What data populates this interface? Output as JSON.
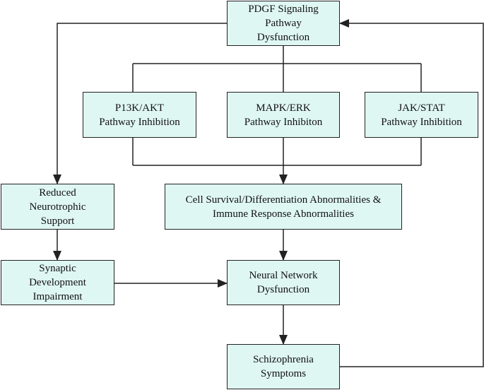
{
  "diagram": {
    "nodes": {
      "pdgf": {
        "lines": [
          "PDGF Signaling",
          "Pathway",
          "Dysfunction"
        ]
      },
      "pi3k": {
        "lines": [
          "P13K/AKT",
          "Pathway Inhibition"
        ]
      },
      "mapk": {
        "lines": [
          "MAPK/ERK",
          "Pathway Inhibiton"
        ]
      },
      "jak": {
        "lines": [
          "JAK/STAT",
          "Pathway Inhibition"
        ]
      },
      "neuro": {
        "lines": [
          "Reduced",
          "Neurotrophic",
          "Support"
        ]
      },
      "cell": {
        "lines": [
          "Cell Survival/Differentiation Abnormalities &",
          "Immune Response Abnormalities"
        ]
      },
      "synap": {
        "lines": [
          "Synaptic",
          "Development",
          "Impairment"
        ]
      },
      "neural": {
        "lines": [
          "Neural Network",
          "Dysfunction"
        ]
      },
      "schizo": {
        "lines": [
          "Schizophrenia",
          "Symptoms"
        ]
      }
    },
    "edges": [
      {
        "from": "pdgf",
        "to": "pi3k"
      },
      {
        "from": "pdgf",
        "to": "mapk"
      },
      {
        "from": "pdgf",
        "to": "jak"
      },
      {
        "from": "pdgf",
        "to": "neuro"
      },
      {
        "from": "pi3k",
        "to": "cell"
      },
      {
        "from": "mapk",
        "to": "cell"
      },
      {
        "from": "jak",
        "to": "cell"
      },
      {
        "from": "neuro",
        "to": "synap"
      },
      {
        "from": "synap",
        "to": "neural"
      },
      {
        "from": "cell",
        "to": "neural"
      },
      {
        "from": "neural",
        "to": "schizo"
      },
      {
        "from": "schizo",
        "to": "pdgf"
      }
    ],
    "colors": {
      "node_fill": "#dff7f3",
      "node_border": "#222222",
      "line": "#222222"
    }
  }
}
